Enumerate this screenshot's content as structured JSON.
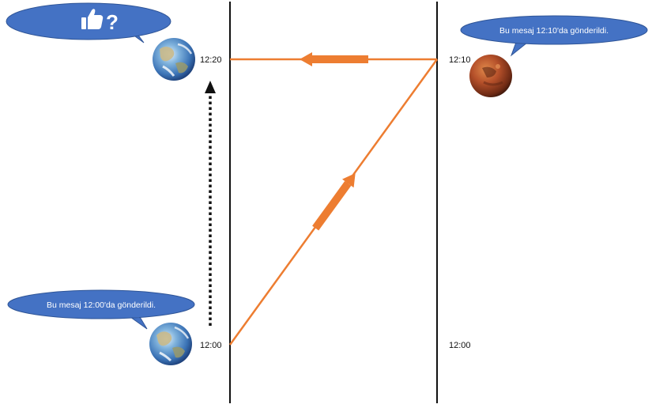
{
  "earth": {
    "bubble_top_icon": "thumbs-up-question-icon",
    "bubble_bottom_text": "Bu mesaj 12:00'da gönderildi.",
    "time_top": "12:20",
    "time_bottom": "12:00"
  },
  "mars": {
    "bubble_text": "Bu mesaj 12:10'da gönderildi.",
    "time_top": "12:10",
    "time_bottom": "12:00"
  },
  "colors": {
    "signal": "#ED7D31",
    "bubble": "#4472C4",
    "bubble_border": "#2F5597",
    "axis": "#111111"
  }
}
